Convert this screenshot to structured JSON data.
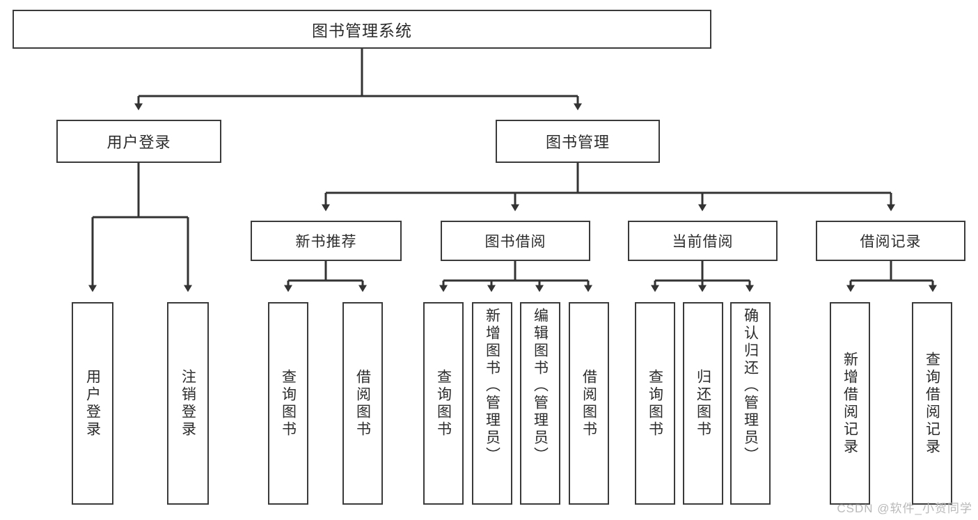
{
  "diagram": {
    "type": "tree",
    "title": "图书管理系统",
    "root": {
      "id": "root",
      "label": "图书管理系统"
    },
    "level2": [
      {
        "id": "user-login",
        "label": "用户登录"
      },
      {
        "id": "book-manage",
        "label": "图书管理"
      }
    ],
    "level3": [
      {
        "id": "new-book-recommend",
        "label": "新书推荐"
      },
      {
        "id": "book-borrow",
        "label": "图书借阅"
      },
      {
        "id": "current-borrow",
        "label": "当前借阅"
      },
      {
        "id": "borrow-record",
        "label": "借阅记录"
      }
    ],
    "leaves": {
      "user_login": [
        {
          "id": "leaf-user-login",
          "label": "用户登录"
        },
        {
          "id": "leaf-logout",
          "label": "注销登录"
        }
      ],
      "new_book_recommend": [
        {
          "id": "leaf-query-book-1",
          "label": "查询图书"
        },
        {
          "id": "leaf-borrow-book-1",
          "label": "借阅图书"
        }
      ],
      "book_borrow": [
        {
          "id": "leaf-query-book-2",
          "label": "查询图书"
        },
        {
          "id": "leaf-add-book",
          "label": "新增图书（管理员）"
        },
        {
          "id": "leaf-edit-book",
          "label": "编辑图书（管理员）"
        },
        {
          "id": "leaf-borrow-book-2",
          "label": "借阅图书"
        }
      ],
      "current_borrow": [
        {
          "id": "leaf-query-book-3",
          "label": "查询图书"
        },
        {
          "id": "leaf-return-book",
          "label": "归还图书"
        },
        {
          "id": "leaf-confirm-return",
          "label": "确认归还（管理员）"
        }
      ],
      "borrow_record": [
        {
          "id": "leaf-add-record",
          "label": "新增借阅记录"
        },
        {
          "id": "leaf-query-record",
          "label": "查询借阅记录"
        }
      ]
    }
  },
  "watermark": {
    "text": "CSDN @软件_小贺同学"
  },
  "colors": {
    "box_border": "#3a3a3a",
    "box_fill": "#ffffff",
    "text": "#2b2b2b",
    "connector": "#333333",
    "watermark": "#b9b9b9",
    "background": "#ffffff"
  }
}
